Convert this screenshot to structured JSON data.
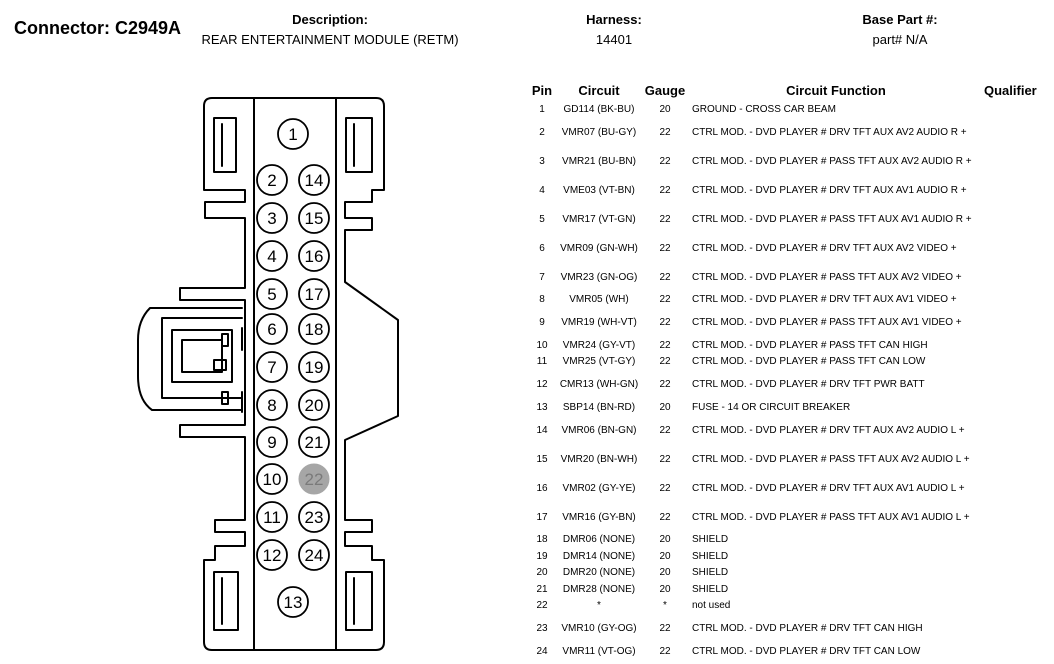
{
  "header": {
    "connector_label": "Connector: C2949A",
    "description_label": "Description:",
    "description_value": "REAR ENTERTAINMENT MODULE (RETM)",
    "harness_label": "Harness:",
    "harness_value": "14401",
    "base_part_label": "Base Part #:",
    "base_part_value": "part# N/A"
  },
  "table": {
    "headers": {
      "pin": "Pin",
      "circuit": "Circuit",
      "gauge": "Gauge",
      "function": "Circuit Function",
      "qualifier": "Qualifier"
    },
    "rows": [
      {
        "pin": "1",
        "circuit": "GD114 (BK-BU)",
        "gauge": "20",
        "function": "GROUND - CROSS CAR BEAM"
      },
      {
        "pin": "2",
        "circuit": "VMR07 (BU-GY)",
        "gauge": "22",
        "function": "CTRL MOD. - DVD PLAYER # DRV TFT AUX AV2 AUDIO R +"
      },
      {
        "pin": "3",
        "circuit": "VMR21 (BU-BN)",
        "gauge": "22",
        "function": "CTRL MOD. - DVD PLAYER # PASS TFT AUX AV2 AUDIO R +"
      },
      {
        "pin": "4",
        "circuit": "VME03 (VT-BN)",
        "gauge": "22",
        "function": "CTRL MOD. - DVD PLAYER # DRV TFT AUX AV1 AUDIO R +"
      },
      {
        "pin": "5",
        "circuit": "VMR17 (VT-GN)",
        "gauge": "22",
        "function": "CTRL MOD. - DVD PLAYER # PASS TFT AUX AV1 AUDIO R +"
      },
      {
        "pin": "6",
        "circuit": "VMR09 (GN-WH)",
        "gauge": "22",
        "function": "CTRL MOD. - DVD PLAYER # DRV TFT AUX AV2 VIDEO +"
      },
      {
        "pin": "7",
        "circuit": "VMR23 (GN-OG)",
        "gauge": "22",
        "function": "CTRL MOD. - DVD PLAYER # PASS TFT AUX AV2 VIDEO +"
      },
      {
        "pin": "8",
        "circuit": "VMR05 (WH)",
        "gauge": "22",
        "function": "CTRL MOD. - DVD PLAYER # DRV TFT AUX AV1 VIDEO +"
      },
      {
        "pin": "9",
        "circuit": "VMR19 (WH-VT)",
        "gauge": "22",
        "function": "CTRL MOD. - DVD PLAYER # PASS TFT AUX AV1 VIDEO +"
      },
      {
        "pin": "10",
        "circuit": "VMR24 (GY-VT)",
        "gauge": "22",
        "function": "CTRL MOD. - DVD PLAYER # PASS TFT CAN HIGH"
      },
      {
        "pin": "11",
        "circuit": "VMR25 (VT-GY)",
        "gauge": "22",
        "function": "CTRL MOD. - DVD PLAYER # PASS TFT CAN LOW"
      },
      {
        "pin": "12",
        "circuit": "CMR13 (WH-GN)",
        "gauge": "22",
        "function": "CTRL MOD. - DVD PLAYER # DRV TFT PWR BATT"
      },
      {
        "pin": "13",
        "circuit": "SBP14 (BN-RD)",
        "gauge": "20",
        "function": "FUSE - 14 OR CIRCUIT BREAKER"
      },
      {
        "pin": "14",
        "circuit": "VMR06 (BN-GN)",
        "gauge": "22",
        "function": "CTRL MOD. - DVD PLAYER # DRV TFT AUX AV2 AUDIO L +"
      },
      {
        "pin": "15",
        "circuit": "VMR20 (BN-WH)",
        "gauge": "22",
        "function": "CTRL MOD. - DVD PLAYER # PASS TFT AUX AV2 AUDIO L +"
      },
      {
        "pin": "16",
        "circuit": "VMR02 (GY-YE)",
        "gauge": "22",
        "function": "CTRL MOD. - DVD PLAYER # DRV TFT AUX AV1 AUDIO L +"
      },
      {
        "pin": "17",
        "circuit": "VMR16 (GY-BN)",
        "gauge": "22",
        "function": "CTRL MOD. - DVD PLAYER # PASS TFT AUX AV1 AUDIO L +"
      },
      {
        "pin": "18",
        "circuit": "DMR06 (NONE)",
        "gauge": "20",
        "function": "SHIELD"
      },
      {
        "pin": "19",
        "circuit": "DMR14 (NONE)",
        "gauge": "20",
        "function": "SHIELD"
      },
      {
        "pin": "20",
        "circuit": "DMR20 (NONE)",
        "gauge": "20",
        "function": "SHIELD"
      },
      {
        "pin": "21",
        "circuit": "DMR28 (NONE)",
        "gauge": "20",
        "function": "SHIELD"
      },
      {
        "pin": "22",
        "circuit": "*",
        "gauge": "*",
        "function": "not used"
      },
      {
        "pin": "23",
        "circuit": "VMR10 (GY-OG)",
        "gauge": "22",
        "function": "CTRL MOD. - DVD PLAYER # DRV TFT CAN HIGH"
      },
      {
        "pin": "24",
        "circuit": "VMR11 (VT-OG)",
        "gauge": "22",
        "function": "CTRL MOD. - DVD PLAYER # DRV TFT CAN LOW"
      }
    ]
  },
  "diagram": {
    "pins": [
      {
        "label": "1",
        "used": true
      },
      {
        "label": "2",
        "used": true
      },
      {
        "label": "3",
        "used": true
      },
      {
        "label": "4",
        "used": true
      },
      {
        "label": "5",
        "used": true
      },
      {
        "label": "6",
        "used": true
      },
      {
        "label": "7",
        "used": true
      },
      {
        "label": "8",
        "used": true
      },
      {
        "label": "9",
        "used": true
      },
      {
        "label": "10",
        "used": true
      },
      {
        "label": "11",
        "used": true
      },
      {
        "label": "12",
        "used": true
      },
      {
        "label": "13",
        "used": true
      },
      {
        "label": "14",
        "used": true
      },
      {
        "label": "15",
        "used": true
      },
      {
        "label": "16",
        "used": true
      },
      {
        "label": "17",
        "used": true
      },
      {
        "label": "18",
        "used": true
      },
      {
        "label": "19",
        "used": true
      },
      {
        "label": "20",
        "used": true
      },
      {
        "label": "21",
        "used": true
      },
      {
        "label": "22",
        "used": false
      },
      {
        "label": "23",
        "used": true
      },
      {
        "label": "24",
        "used": true
      }
    ],
    "colors": {
      "outline": "#000000",
      "unused_fill": "#a6a6a6",
      "unused_text": "#7a7a7a"
    }
  }
}
